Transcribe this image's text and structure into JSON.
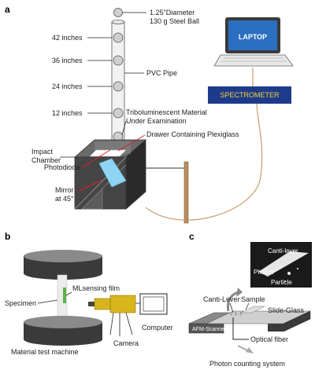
{
  "panel_a": {
    "letter": "a",
    "ball_line1": "1.25\"Diameter",
    "ball_line2": "130 g Steel Ball",
    "heights": [
      "42 inches",
      "36 inches",
      "24 inches",
      "12 inches"
    ],
    "pvc_pipe": "PVC Pipe",
    "material_line1": "Triboluminescent Material",
    "material_line2": "Under Examination",
    "drawer": "Drawer Containing Plexiglass",
    "impact_line1": "Impact",
    "impact_line2": "Chamber",
    "photodiode": "Photodiode",
    "mirror_line1": "Mirror",
    "mirror_line2": "at 45°",
    "laptop": "LAPTOP",
    "spectrometer": "SPECTROMETER",
    "colors": {
      "blue": "#2a6fc0",
      "chamber": "#3d3d3d",
      "cable": "#c08a55",
      "mirror": "#8fd4f2"
    }
  },
  "panel_b": {
    "letter": "b",
    "film": "MLsensing film",
    "specimen": "Specimen",
    "camera": "Camera",
    "computer": "Computer",
    "machine": "Material test machine",
    "colors": {
      "film": "#58b347",
      "camera": "#d9b51c"
    }
  },
  "panel_c": {
    "letter": "c",
    "canti_lever_inset": "Canti-lever",
    "photon": "Photon",
    "particle": "Particle",
    "canti_lever": "Canti-Lever",
    "sample": "Sample",
    "slide_glass": "Slide-Glass",
    "afm_scanner": "AFM-Scanner",
    "optical_fiber": "Optical fiber",
    "photon_counting": "Photon counting system"
  }
}
